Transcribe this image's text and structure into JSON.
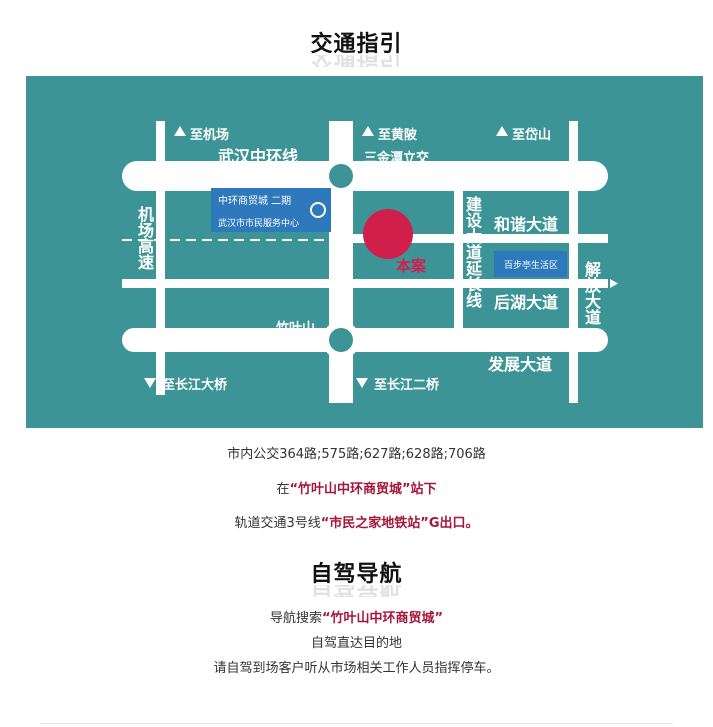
{
  "section1": {
    "title": "交通指引",
    "bus_line": "市内公交364路;575路;627路;628路;706路",
    "stop_prefix": "在",
    "stop_name": "“竹叶山中环商贸城”站下",
    "metro_prefix": "轨道交通3号线",
    "metro_name": "“市民之家地铁站”G出口。"
  },
  "section2": {
    "title": "自驾导航",
    "nav_prefix": "导航搜索",
    "nav_target": "“竹叶山中环商贸城”",
    "line2": "自驾直达目的地",
    "line3": "请自驾到场客户听从市场相关工作人员指挥停车。"
  },
  "map": {
    "bg_color": "#3d9496",
    "road_color": "#ffffff",
    "marker_color": "#d11f4c",
    "labels": {
      "to_airport": "至机场",
      "to_huangpi": "至黄陂",
      "to_daishan": "至岱山",
      "wuhan_ring": "武汉中环线",
      "sanjintan": "三金潭立交",
      "airport_highway": "机场高速",
      "mall_phase2": "中环商贸城 二期",
      "civic_center": "武汉市市民服务中心",
      "jianshe_ext": "建设大道延长线",
      "hexie": "和谐大道",
      "this_project": "本案",
      "baibu_ting": "百步亭生活区",
      "jiefang": "解放大道",
      "houhu": "后湖大道",
      "zhuyeshan": "竹叶山",
      "fazhan": "发展大道",
      "to_changjiang_bridge": "至长江大桥",
      "to_changjiang_2": "至长江二桥"
    }
  }
}
